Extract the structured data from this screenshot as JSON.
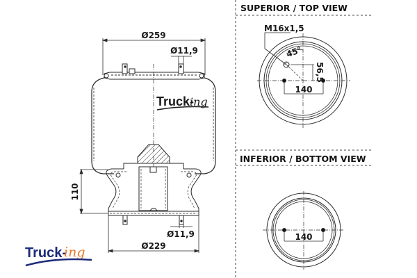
{
  "drawing": {
    "title": "Air spring technical drawing",
    "side_view": {
      "top_diameter": "Ø259",
      "top_bolt_diameter": "Ø11,9",
      "bottom_bolt_diameter": "Ø11,9",
      "bottom_diameter": "Ø229",
      "height": "110",
      "body_logo": {
        "main": "Truck-",
        "suffix": "ing"
      }
    },
    "top_view": {
      "heading": "SUPERIOR / TOP VIEW",
      "thread_label": "M16x1,5",
      "angle_label": "45°",
      "offset_label": "56,5",
      "bolt_spacing": "140"
    },
    "bottom_view": {
      "heading": "INFERIOR / BOTTOM VIEW",
      "bolt_spacing": "140"
    },
    "brand_logo": {
      "main": "Truck-",
      "suffix": "ing"
    }
  },
  "colors": {
    "line": "#2a2a2a",
    "logo_blue": "#1c2a78",
    "logo_orange": "#e8772a",
    "body_logo": "#1a1a1a"
  }
}
